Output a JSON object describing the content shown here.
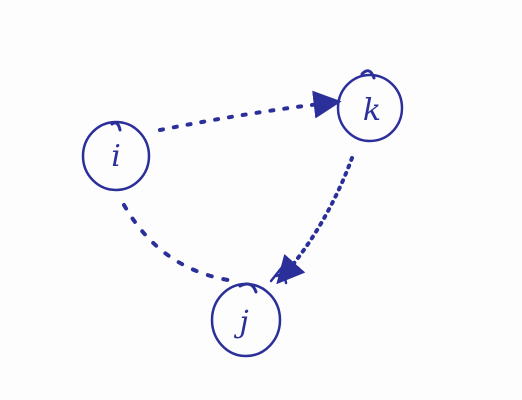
{
  "ink_color": "#2b2f9a",
  "paper_color": "#fdfdfd",
  "nodes": [
    {
      "id": "i",
      "label": "i"
    },
    {
      "id": "k",
      "label": "k"
    },
    {
      "id": "j",
      "label": "j"
    }
  ],
  "edges": [
    {
      "from": "i",
      "to": "k",
      "style": "dotted",
      "arrow": "end"
    },
    {
      "from": "i",
      "to": "j",
      "style": "dotted",
      "arrow": "none"
    },
    {
      "from": "k",
      "to": "j",
      "style": "dotted",
      "arrow": "end"
    }
  ]
}
